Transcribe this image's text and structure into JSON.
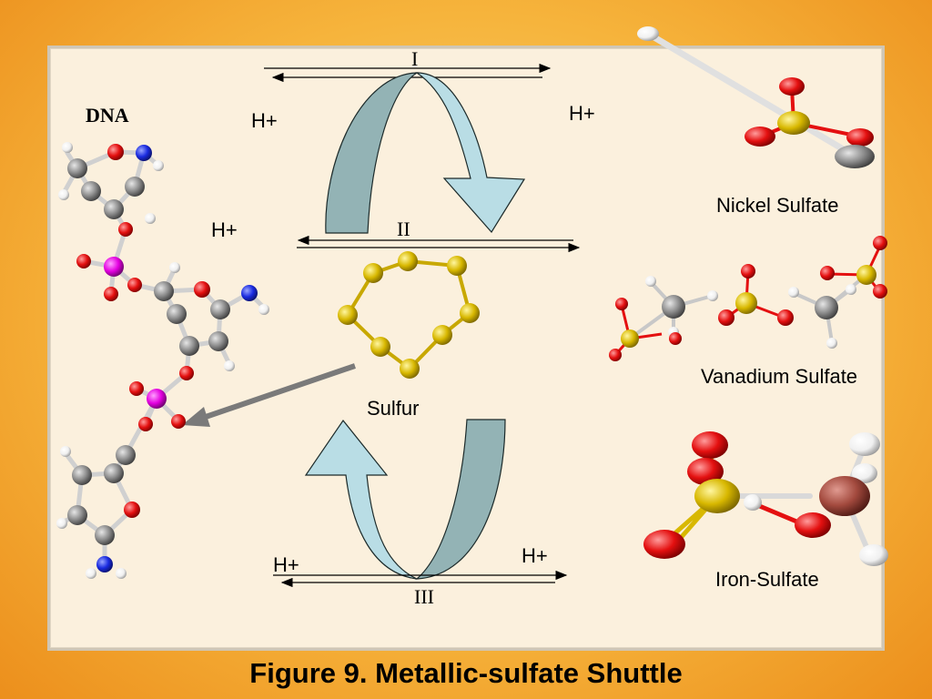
{
  "slide": {
    "caption": "Figure 9. Metallic-sulfate Shuttle"
  },
  "diagram": {
    "dna_label": "DNA",
    "cycle_top": {
      "numeral": "I",
      "numeral_lower": "II",
      "proton_left": "H+",
      "proton_right": "H+",
      "proton_lower_left": "H+"
    },
    "sulfur_label": "Sulfur",
    "cycle_bottom": {
      "numeral": "III",
      "proton_left": "H+",
      "proton_right": "H+"
    },
    "molecules": {
      "nickel": "Nickel Sulfate",
      "vanadium": "Vanadium Sulfate",
      "iron": "Iron-Sulfate"
    }
  },
  "colors": {
    "arrow_fill_light": "#b9dde5",
    "arrow_fill_dark": "#93b3b5",
    "sulfur_atom": "#d8b800",
    "oxygen_atom": "#e41010",
    "carbon_atom": "#8c8c8c",
    "nitrogen_atom": "#1a2be0",
    "phosphorus_atom": "#e400e0",
    "iron_atom": "#a34a3e",
    "hydrogen_atom": "#f2f2f2"
  }
}
